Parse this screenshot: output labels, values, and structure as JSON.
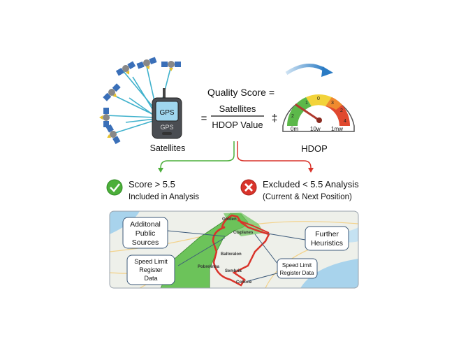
{
  "satellites": {
    "label": "Satellites",
    "device_screen": "GPS",
    "device_body": "GPS"
  },
  "formula": {
    "title": "Quality Score =",
    "equals": "=",
    "numerator": "Satellites",
    "denominator": "HDOP Value",
    "operator": "‡"
  },
  "gauge": {
    "label": "HDOP",
    "ticks": [
      "2",
      "1",
      "0",
      "3",
      "2",
      "4"
    ],
    "bottom_labels": [
      "0m",
      "10w",
      "1mw"
    ],
    "colors": {
      "low": "#5cb84a",
      "mid": "#f2d33a",
      "high": "#e0492f"
    }
  },
  "branches": {
    "included": {
      "line1": "Score > 5.5",
      "line2": "Included in Analysis",
      "color": "#4caf3a",
      "icon": "check-circle-icon"
    },
    "excluded": {
      "line1": "Excluded < 5.5 Analysis",
      "line2": "(Current & Next Position)",
      "color": "#d9342b",
      "icon": "x-circle-icon"
    }
  },
  "map": {
    "callouts": {
      "public_sources": [
        "Additonal",
        "Public",
        "Sources"
      ],
      "speed_limit_left": [
        "Speed Limit",
        "Register",
        "Data"
      ],
      "further_heuristics": [
        "Further",
        "Heuristics"
      ],
      "speed_limit_right": [
        "Speed Limit",
        "Register Data"
      ]
    },
    "place_labels": [
      "Golden",
      "Cisplanes",
      "Baltoralon",
      "Pobrelinba",
      "Sembria",
      "Cohone"
    ],
    "route_color": "#d9342b"
  }
}
